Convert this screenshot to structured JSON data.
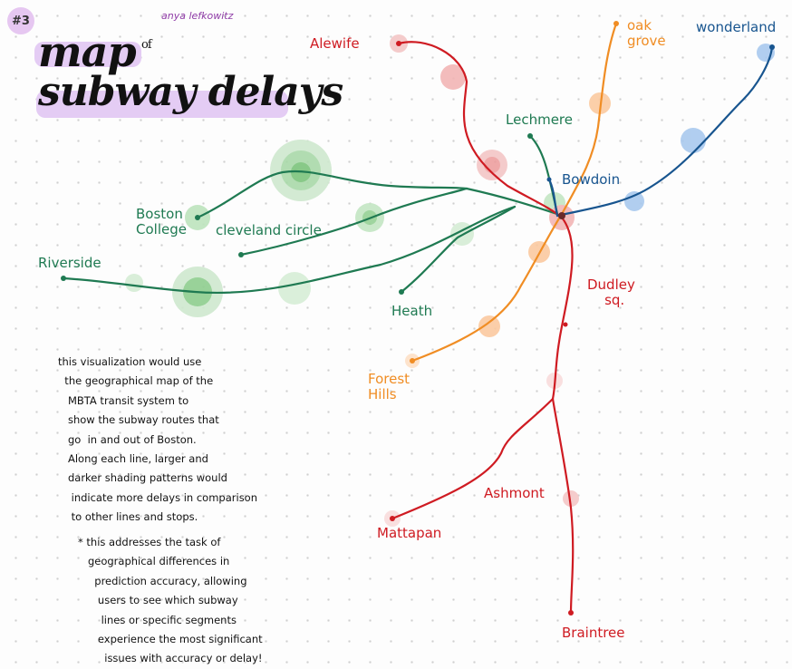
{
  "header": {
    "badge": "#3",
    "author": "anya lefkowitz",
    "title_word1": "map",
    "title_word2": "of",
    "title_line2": "subway delays"
  },
  "line_colors": {
    "red": "#cf1b22",
    "orange": "#f08d24",
    "blue": "#18558f",
    "green": "#1f7a52"
  },
  "stations": {
    "alewife": "Alewife",
    "oak_grove": "oak\ngrove",
    "wonderland": "wonderland",
    "lechmere": "Lechmere",
    "bowdoin": "Bowdoin",
    "boston_college": "Boston\nCollege",
    "cleveland_circle": "cleveland circle",
    "riverside": "Riverside",
    "heath": "Heath",
    "dudley_sq": "Dudley\n    sq.",
    "forest_hills": "Forest\nHills",
    "ashmont": "Ashmont",
    "mattapan": "Mattapan",
    "braintree": "Braintree"
  },
  "description": "this visualization would use\n  the geographical map of the\n   MBTA transit system to\n   show the subway routes that\n   go  in and out of Boston.\n   Along each line, larger and\n   darker shading patterns would\n    indicate more delays in comparison\n    to other lines and stops.",
  "note": "* this addresses the task of\n   geographical differences in\n     prediction accuracy, allowing\n      users to see which subway\n       lines or specific segments\n      experience the most significant\n        issues with accuracy or delay!"
}
